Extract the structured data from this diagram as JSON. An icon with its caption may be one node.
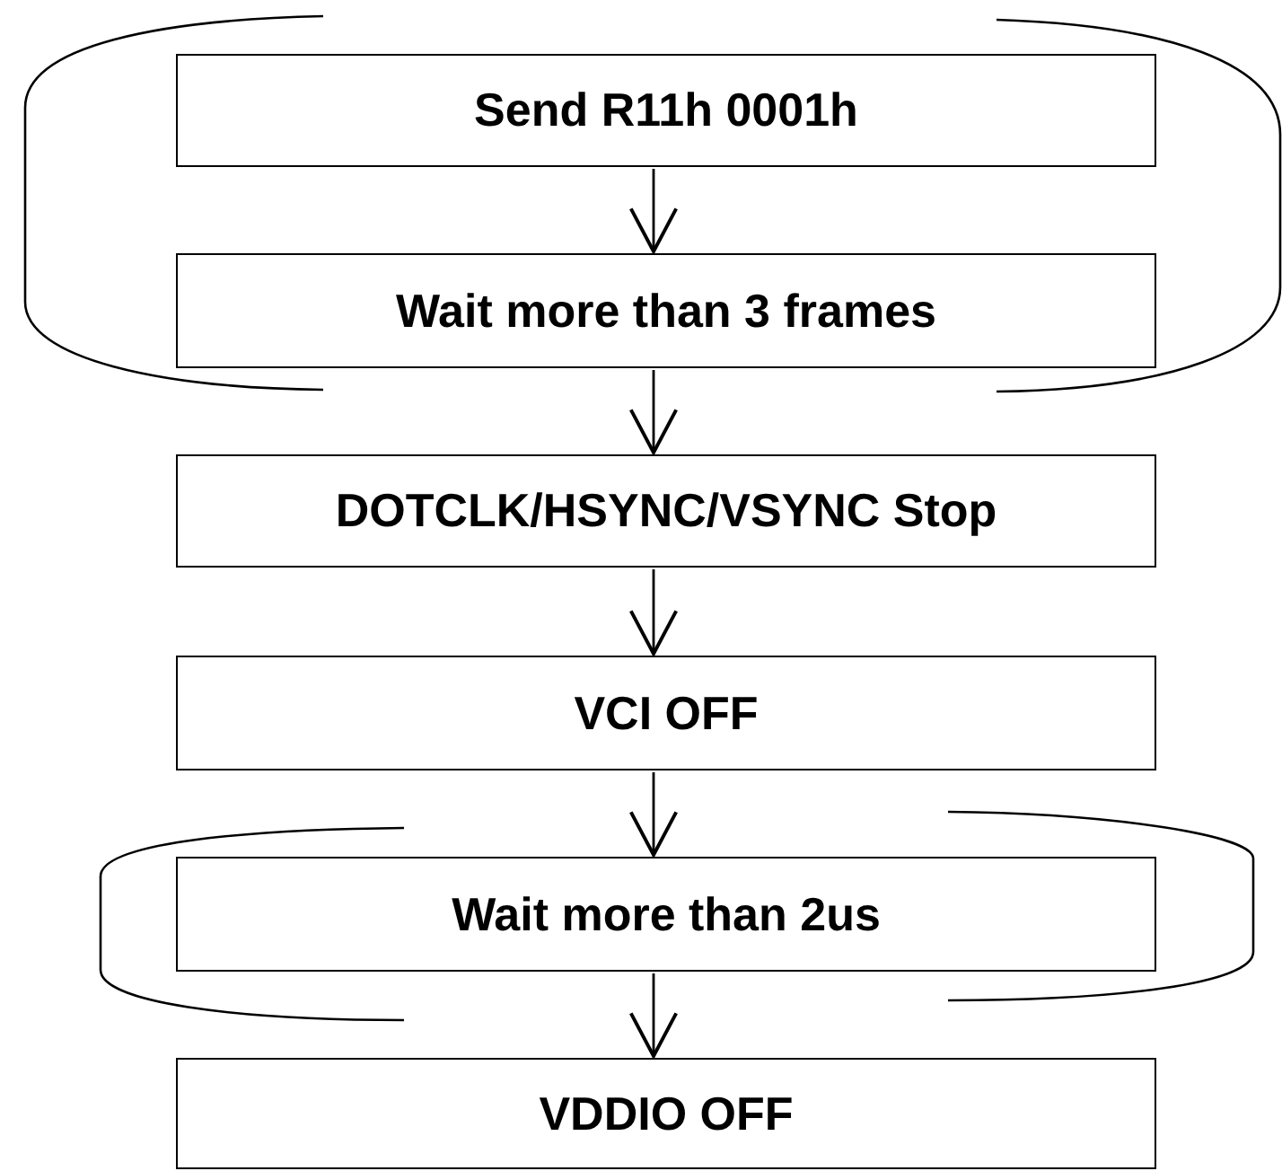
{
  "diagram": {
    "nodes": [
      {
        "text": [
          "Send R11h 0001h"
        ]
      },
      {
        "text": [
          "Wait more than 3 frames"
        ]
      },
      {
        "text": [
          "DOTCLK/HSYNC/VSYNC Stop"
        ]
      },
      {
        "text": [
          "VCI OFF"
        ]
      },
      {
        "text": [
          "Wait more than 2us"
        ]
      },
      {
        "text": [
          "VDDIO OFF"
        ]
      }
    ],
    "edges": [
      {
        "from": 0,
        "to": 1,
        "arrow": "to"
      },
      {
        "from": 1,
        "to": 2,
        "arrow": "to"
      },
      {
        "from": 2,
        "to": 3,
        "arrow": "to"
      },
      {
        "from": 3,
        "to": 4,
        "arrow": "to"
      },
      {
        "from": 4,
        "to": 5,
        "arrow": "to"
      }
    ]
  }
}
